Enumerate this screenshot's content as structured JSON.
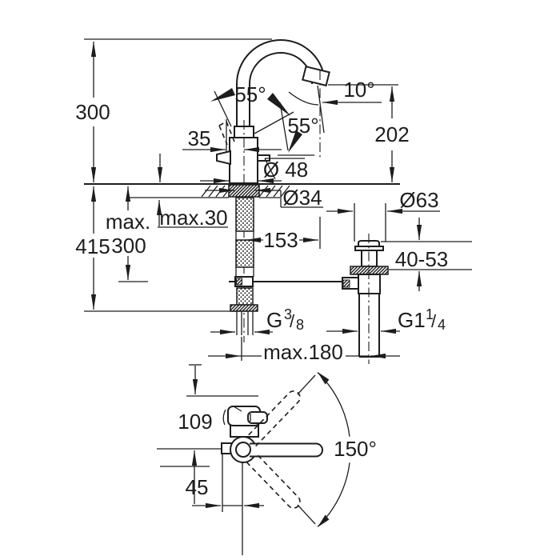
{
  "meta": {
    "drawing_type": "faucet installation dimension drawing",
    "ink_color": "#1d1d1d",
    "background_color": "#ffffff"
  },
  "elevation": {
    "height_overall": "300",
    "handle_angle": "55°",
    "handle_tilt_angle": "55°",
    "spray_angle": "10°",
    "spout_height": "202",
    "handle_offset": "35",
    "body_diameter": "Ø 48",
    "hole_diameter": "Ø34",
    "deck_thickness_max": "max.30",
    "below_deck_max_prefix": "max.",
    "below_deck_max_value": "415",
    "hose_length": "300",
    "spout_projection": "153",
    "waste_flange_diameter": "Ø63",
    "waste_height_range": "40-53",
    "supply_thread": {
      "base": "G",
      "sup": "3",
      "slash": "/",
      "sub": "8"
    },
    "waste_thread": {
      "base": "G1",
      "sup": "1",
      "slash": "/",
      "sub": "4"
    },
    "center_distance_max": "max.180"
  },
  "plan": {
    "depth_to_center": "109",
    "center_to_front": "45",
    "swivel_range": "150°"
  }
}
